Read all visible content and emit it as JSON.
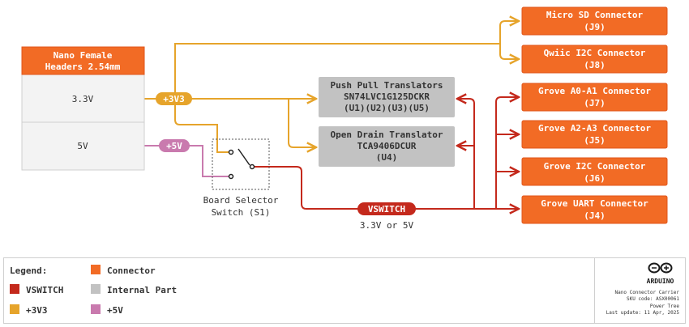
{
  "colors": {
    "connector": "#F26B25",
    "connector_border": "#E0561A",
    "internal": "#C2C2C2",
    "vswitch": "#C4291C",
    "v3": "#E6A42B",
    "v5": "#C97AAE",
    "header_body": "#F3F3F3",
    "text_dark": "#333333"
  },
  "headers": {
    "title_line1": "Nano Female",
    "title_line2": "Headers 2.54mm",
    "row_3v3": "3.3V",
    "row_5v": "5V"
  },
  "rails": {
    "v3_label": "+3V3",
    "v5_label": "+5V",
    "vswitch_label": "VSWITCH",
    "vswitch_sub": "3.3V or 5V"
  },
  "switch": {
    "label_line1": "Board Selector",
    "label_line2": "Switch (S1)"
  },
  "internal_parts": [
    {
      "line1": "Push Pull Translators",
      "line2": "SN74LVC1G125DCKR",
      "line3": "(U1)(U2)(U3)(U5)"
    },
    {
      "line1": "Open Drain Translator",
      "line2": "TCA9406DCUR",
      "line3": "(U4)"
    }
  ],
  "connectors": [
    {
      "line1": "Micro SD Connector",
      "line2": "(J9)"
    },
    {
      "line1": "Qwiic I2C Connector",
      "line2": "(J8)"
    },
    {
      "line1": "Grove A0-A1 Connector",
      "line2": "(J7)"
    },
    {
      "line1": "Grove A2-A3 Connector",
      "line2": "(J5)"
    },
    {
      "line1": "Grove I2C Connector",
      "line2": "(J6)"
    },
    {
      "line1": "Grove UART Connector",
      "line2": "(J4)"
    }
  ],
  "legend": {
    "title": "Legend:",
    "items": [
      {
        "label": "Connector",
        "color": "#F26B25"
      },
      {
        "label": "VSWITCH",
        "color": "#C4291C"
      },
      {
        "label": "Internal Part",
        "color": "#C2C2C2"
      },
      {
        "label": "+3V3",
        "color": "#E6A42B"
      },
      {
        "label": "+5V",
        "color": "#C97AAE"
      }
    ]
  },
  "footer": {
    "brand": "ARDUINO",
    "product": "Nano Connector Carrier",
    "sku": "SKU code: ASX00061",
    "page": "Power Tree",
    "updated": "Last update: 11 Apr, 2025"
  }
}
